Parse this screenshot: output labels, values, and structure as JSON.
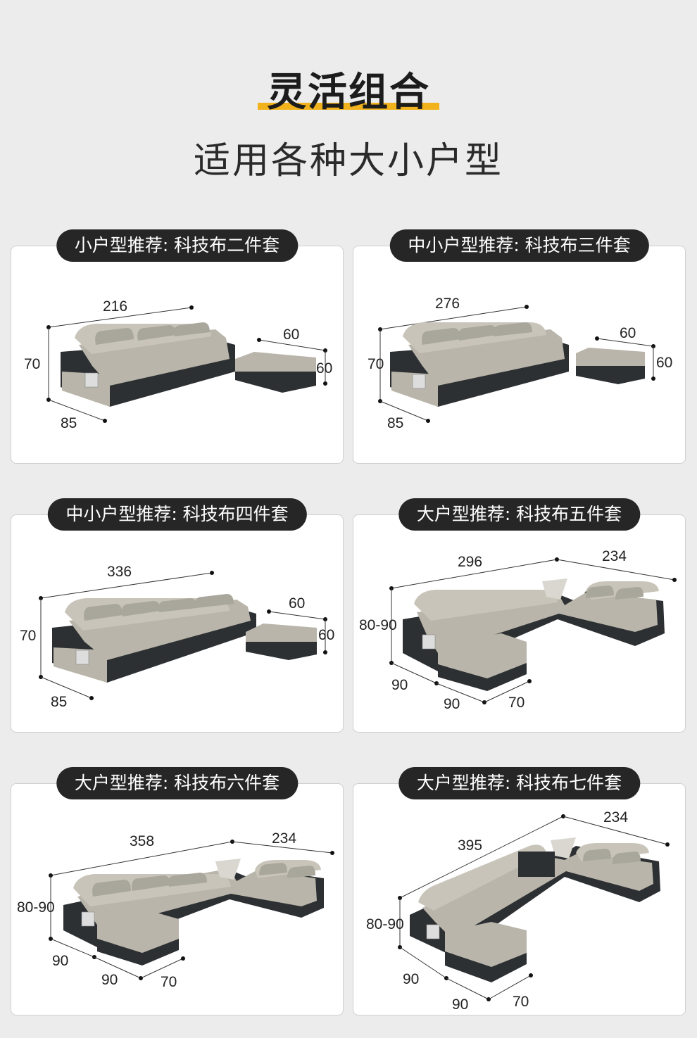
{
  "header": {
    "title": "灵活组合",
    "subtitle": "适用各种大小户型"
  },
  "colors": {
    "accent": "#f2b21c",
    "pill_bg": "#262626",
    "sofa_dark": "#2d3033",
    "sofa_light": "#b9b5aa"
  },
  "cards": [
    {
      "label": "小户型推荐: 科技布二件套",
      "dims": [
        "216",
        "70",
        "85",
        "60",
        "60"
      ]
    },
    {
      "label": "中小户型推荐: 科技布三件套",
      "dims": [
        "276",
        "70",
        "85",
        "60",
        "60"
      ]
    },
    {
      "label": "中小户型推荐: 科技布四件套",
      "dims": [
        "336",
        "70",
        "85",
        "60",
        "60"
      ]
    },
    {
      "label": "大户型推荐: 科技布五件套",
      "dims": [
        "296",
        "234",
        "80-90",
        "90",
        "90",
        "70"
      ]
    },
    {
      "label": "大户型推荐: 科技布六件套",
      "dims": [
        "358",
        "234",
        "80-90",
        "90",
        "90",
        "70"
      ]
    },
    {
      "label": "大户型推荐: 科技布七件套",
      "dims": [
        "395",
        "234",
        "80-90",
        "90",
        "90",
        "70"
      ]
    }
  ]
}
